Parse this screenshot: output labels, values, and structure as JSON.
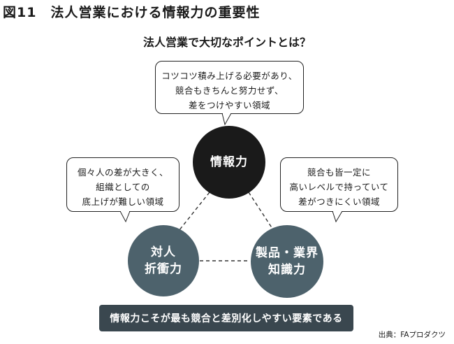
{
  "figure_title": "図11　法人営業における情報力の重要性",
  "subtitle": "法人営業で大切なポイントとは？",
  "bubbles": {
    "top": [
      "コツコツ積み上げる必要があり、",
      "競合もきちんと努力せず、",
      "差をつけやすい領域"
    ],
    "left": [
      "個々人の差が大きく、",
      "組織としての",
      "底上げが難しい領域"
    ],
    "right": [
      "競合も皆一定に",
      "高いレベルで持っていて",
      "差がつきにくい領域"
    ]
  },
  "circles": {
    "information": [
      "情報力"
    ],
    "negotiation": [
      "対人",
      "折衝力"
    ],
    "product_knowledge": [
      "製品・業界",
      "知識力"
    ]
  },
  "colors": {
    "information_circle": "#1a1a1a",
    "other_circles": "#4d626c",
    "conclusion_bar": "#3a474f"
  },
  "conclusion": "情報力こそが最も競合と差別化しやすい要素である",
  "source": "出典：FAプロダクツ"
}
